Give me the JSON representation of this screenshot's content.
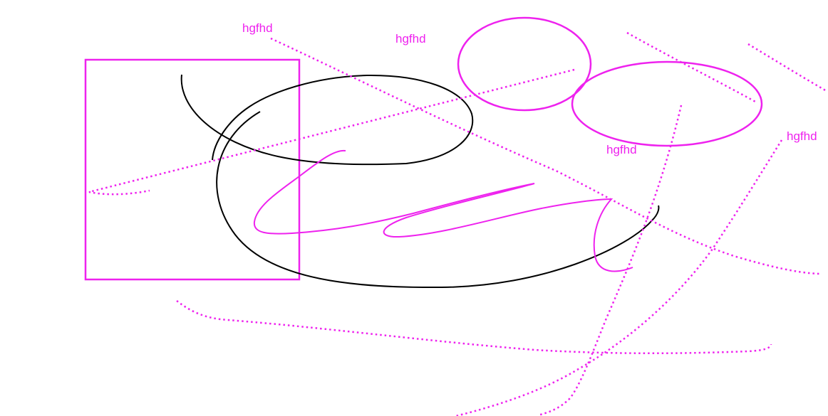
{
  "colors": {
    "accent": "#ee22ee",
    "ink": "#000000",
    "background": "#ffffff"
  },
  "labels": {
    "label_1": "hgfhd",
    "label_2": "hgfhd",
    "label_3": "hgfhd",
    "label_4": "hgfhd"
  }
}
